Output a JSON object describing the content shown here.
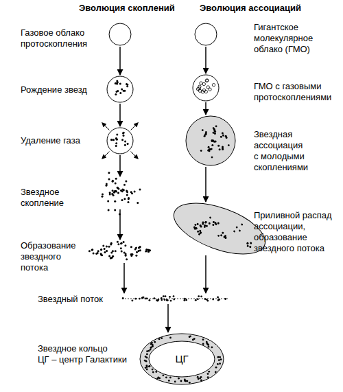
{
  "diagram": {
    "nodes": [
      {
        "text": [
          "Газовое облако протоскопления"
        ]
      },
      {
        "text": [
          "Гигантское молекулярное облако (ГМО)"
        ]
      },
      {
        "text": [
          "Рождение звезд"
        ]
      },
      {
        "text": [
          "ГМО с газовыми протоскоплениями"
        ]
      },
      {
        "text": [
          "Удаление газа"
        ]
      },
      {
        "text": [
          "Звездная ассоциация с молодыми скоплениями"
        ]
      },
      {
        "text": [
          "Звездное скопление"
        ]
      },
      {
        "text": [
          "Приливной распад ассоциации, образование звездного потока"
        ]
      },
      {
        "text": [
          "Образование звездного потока"
        ]
      },
      {
        "text": [
          "Звездный поток"
        ]
      },
      {
        "text": [
          "Звездное кольцо",
          "ЦГ"
        ]
      }
    ],
    "edges": [
      {
        "from": 0,
        "to": 2,
        "arrow": "to"
      },
      {
        "from": 2,
        "to": 4,
        "arrow": "to"
      },
      {
        "from": 4,
        "to": 6,
        "arrow": "to"
      },
      {
        "from": 6,
        "to": 8,
        "arrow": "to"
      },
      {
        "from": 8,
        "to": 9,
        "arrow": "to"
      },
      {
        "from": 9,
        "to": 10,
        "arrow": "to"
      },
      {
        "from": 1,
        "to": 3,
        "arrow": "to"
      },
      {
        "from": 3,
        "to": 5,
        "arrow": "to"
      },
      {
        "from": 5,
        "to": 7,
        "arrow": "to"
      },
      {
        "from": 7,
        "to": 9,
        "arrow": "to"
      }
    ],
    "labels": [
      "Эволюция скоплений",
      "Эволюция ассоциаций",
      "ЦГ – центр Галактики"
    ]
  }
}
